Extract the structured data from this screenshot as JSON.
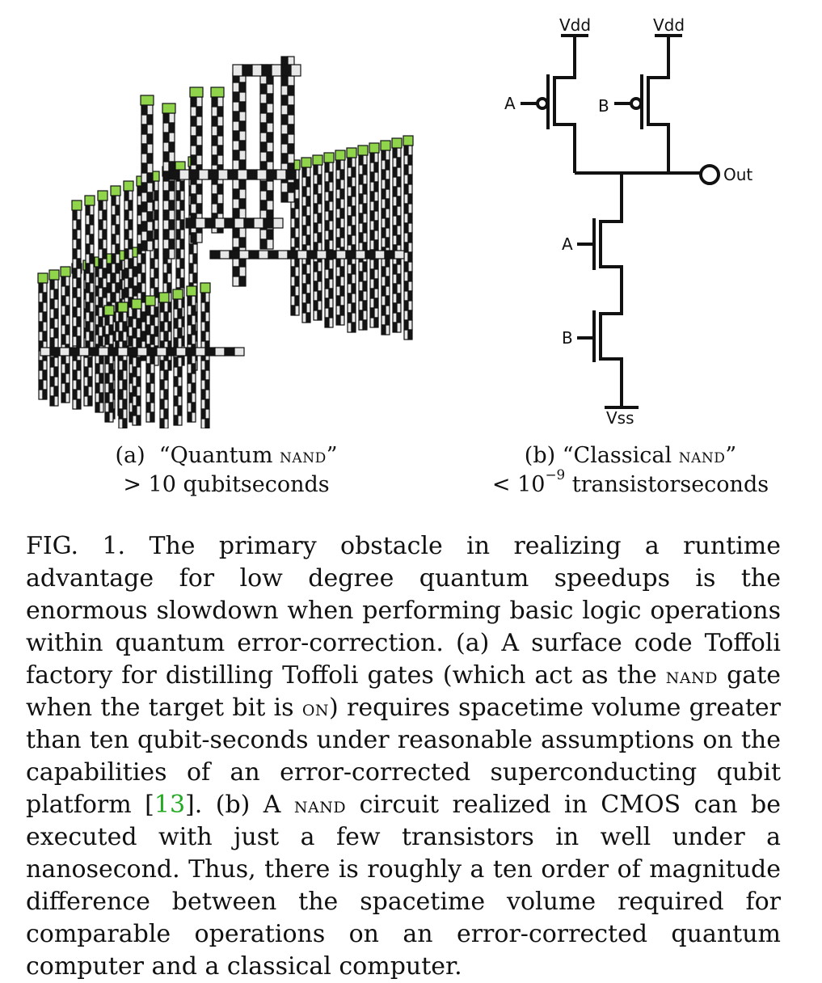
{
  "subfigure_a": {
    "prefix": "(a)",
    "quote_open": "“Quantum ",
    "gate": "nand",
    "quote_close": "”",
    "line2_sym": ">",
    "line2_rest": " 10 qubitseconds"
  },
  "subfigure_b": {
    "prefix": "(b)",
    "quote_open": "“Classical ",
    "gate": "nand",
    "quote_close": "”",
    "line2_sym": "<",
    "line2_base": " 10",
    "line2_exp": "−9",
    "line2_rest": " transistorseconds",
    "circuit": {
      "vdd_left": "Vdd",
      "vdd_right": "Vdd",
      "input_a_top": "A",
      "input_b_top": "B",
      "output": "Out",
      "input_a_bottom": "A",
      "input_b_bottom": "B",
      "vss": "Vss"
    }
  },
  "caption": {
    "s1": "FIG. 1. The primary obstacle in realizing a runtime advantage for low degree quantum speedups is the enormous slowdown when performing basic logic operations within quantum error-correction. (a) A surface code Toffoli factory for distilling Toffoli gates (which act as the ",
    "sc1": "nand",
    "s2": " gate when the target bit is ",
    "sc2": "on",
    "s3": ") requires spacetime volume greater than ten qubit-seconds under reasonable assumptions on the capabilities of an error-corrected superconducting qubit platform [",
    "cite": "13",
    "s4": "]. (b) A ",
    "sc3": "nand",
    "s5": " circuit realized in CMOS can be executed with just a few transistors in well under a nanosecond. Thus, there is roughly a ten order of magnitude difference between the spacetime volume required for comparable operations on an error-corrected quantum computer and a classical computer."
  },
  "colors": {
    "cube_dark": "#141414",
    "cube_light": "#e8e8e8",
    "cube_green": "#8fd44a",
    "citation": "#22aa22"
  }
}
